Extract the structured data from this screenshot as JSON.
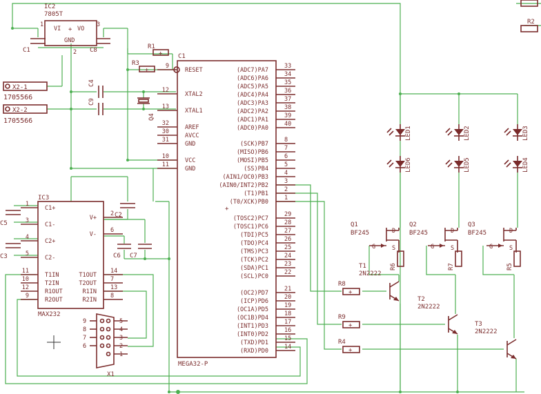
{
  "ic2": {
    "ref": "IC2",
    "value": "7805T",
    "vi": "VI",
    "vo": "VO",
    "gnd": "GND",
    "pin1": "1",
    "pin2": "2",
    "pin3": "3"
  },
  "caps": {
    "c1": "C1",
    "c8": "C8",
    "c4": "C4",
    "c9": "C9",
    "c5": "C5",
    "c3": "C3",
    "c2": "C2",
    "c6": "C6",
    "c7": "C7"
  },
  "connectors": {
    "x21": "X2-1",
    "x22": "X2-2",
    "part1": "1705566",
    "part2": "1705566"
  },
  "q4": "Q4",
  "resistors": {
    "r1": "R1",
    "r2": "R2",
    "r3": "R3",
    "r4": "R4",
    "r5": "R5",
    "r6": "R6",
    "r7": "R7",
    "r8": "R8",
    "r9": "R9"
  },
  "c1_top": "C1",
  "mcu": {
    "name": "MEGA32-P",
    "left_pins": [
      {
        "num": "9",
        "label": "RESET"
      },
      {
        "num": "12",
        "label": "XTAL2"
      },
      {
        "num": "13",
        "label": "XTAL1"
      },
      {
        "num": "32",
        "label": "AREF"
      },
      {
        "num": "30",
        "label": "AVCC"
      },
      {
        "num": "31",
        "label": "GND"
      },
      {
        "num": "10",
        "label": "VCC"
      },
      {
        "num": "11",
        "label": "GND"
      }
    ],
    "right_pins": [
      {
        "num": "33",
        "label": "(ADC7)PA7"
      },
      {
        "num": "34",
        "label": "(ADC6)PA6"
      },
      {
        "num": "35",
        "label": "(ADC5)PA5"
      },
      {
        "num": "36",
        "label": "(ADC4)PA4"
      },
      {
        "num": "37",
        "label": "(ADC3)PA3"
      },
      {
        "num": "38",
        "label": "(ADC2)PA2"
      },
      {
        "num": "39",
        "label": "(ADC1)PA1"
      },
      {
        "num": "40",
        "label": "(ADC0)PA0"
      },
      {
        "num": "8",
        "label": "(SCK)PB7"
      },
      {
        "num": "7",
        "label": "(MISO)PB6"
      },
      {
        "num": "6",
        "label": "(MOSI)PB5"
      },
      {
        "num": "5",
        "label": "(SS)PB4"
      },
      {
        "num": "4",
        "label": "(AIN1/OC0)PB3"
      },
      {
        "num": "3",
        "label": "(AIN0/INT2)PB2"
      },
      {
        "num": "2",
        "label": "(T1)PB1"
      },
      {
        "num": "1",
        "label": "(T0/XCK)PB0"
      },
      {
        "num": "29",
        "label": "(TOSC2)PC7"
      },
      {
        "num": "28",
        "label": "(TOSC1)PC6"
      },
      {
        "num": "27",
        "label": "(TDI)PC5"
      },
      {
        "num": "26",
        "label": "(TDO)PC4"
      },
      {
        "num": "25",
        "label": "(TMS)PC3"
      },
      {
        "num": "24",
        "label": "(TCK)PC2"
      },
      {
        "num": "23",
        "label": "(SDA)PC1"
      },
      {
        "num": "22",
        "label": "(SCL)PC0"
      },
      {
        "num": "21",
        "label": "(OC2)PD7"
      },
      {
        "num": "20",
        "label": "(ICP)PD6"
      },
      {
        "num": "19",
        "label": "(OC1A)PD5"
      },
      {
        "num": "18",
        "label": "(OC1B)PD4"
      },
      {
        "num": "17",
        "label": "(INT1)PD3"
      },
      {
        "num": "16",
        "label": "(INT0)PD2"
      },
      {
        "num": "15",
        "label": "(TXD)PD1"
      },
      {
        "num": "14",
        "label": "(RXD)PD0"
      }
    ]
  },
  "ic3": {
    "ref": "IC3",
    "name": "MAX232",
    "left_pins": [
      {
        "num": "1",
        "label": "C1+"
      },
      {
        "num": "3",
        "label": "C1-"
      },
      {
        "num": "4",
        "label": "C2+"
      },
      {
        "num": "5",
        "label": "C2-"
      },
      {
        "num": "11",
        "label": "T1IN"
      },
      {
        "num": "10",
        "label": "T2IN"
      },
      {
        "num": "12",
        "label": "R1OUT"
      },
      {
        "num": "9",
        "label": "R2OUT"
      }
    ],
    "right_pins": [
      {
        "num": "2",
        "label": "V+"
      },
      {
        "num": "6",
        "label": "V-"
      },
      {
        "num": "14",
        "label": "T1OUT"
      },
      {
        "num": "7",
        "label": "T2OUT"
      },
      {
        "num": "13",
        "label": "R1IN"
      },
      {
        "num": "8",
        "label": "R2IN"
      }
    ]
  },
  "x1": {
    "ref": "X1",
    "left": [
      "9",
      "8",
      "7",
      "6"
    ],
    "right": [
      "5",
      "4",
      "3",
      "2",
      "1"
    ]
  },
  "leds": [
    "LED1",
    "LED2",
    "LED3",
    "LED6",
    "LED5",
    "LED4"
  ],
  "mosfets": [
    {
      "ref": "Q1",
      "type": "BF245"
    },
    {
      "ref": "Q2",
      "type": "BF245"
    },
    {
      "ref": "Q3",
      "type": "BF245"
    }
  ],
  "bjts": [
    {
      "ref": "T1",
      "type": "2N2222"
    },
    {
      "ref": "T2",
      "type": "2N2222"
    },
    {
      "ref": "T3",
      "type": "2N2222"
    }
  ],
  "pinletters": {
    "d": "D",
    "g": "G",
    "s": "S"
  }
}
